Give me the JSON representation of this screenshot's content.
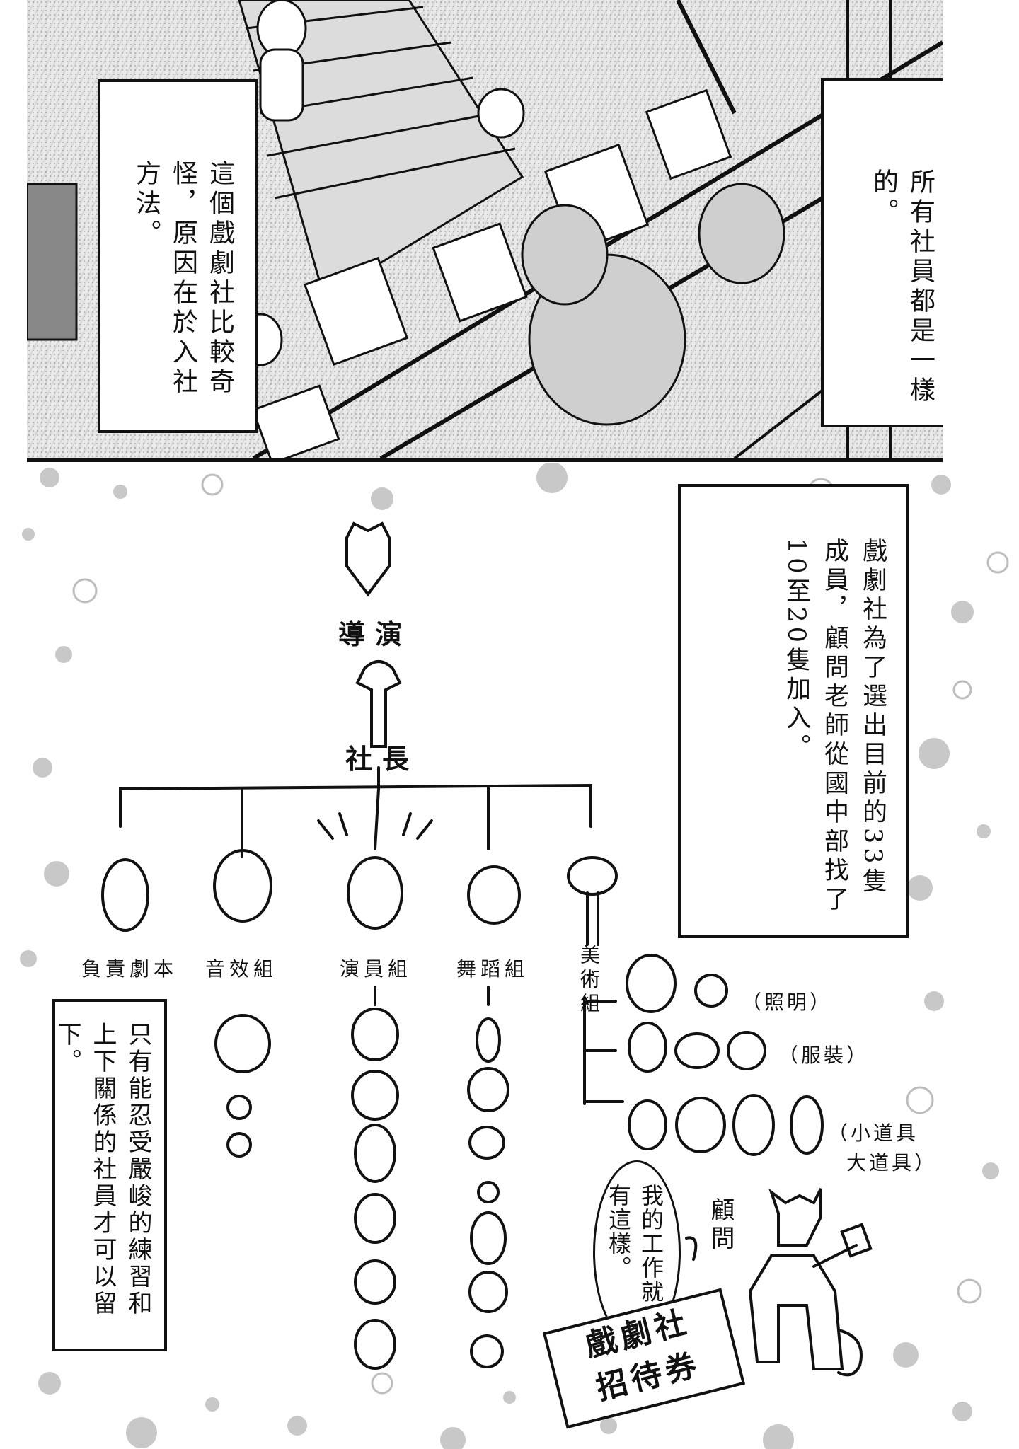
{
  "top_panel": {
    "caption_left": "這個戲劇社比較奇怪，原因在於入社方法。",
    "caption_right": "所有社員都是一樣的。"
  },
  "bottom_panel": {
    "caption_members": "戲劇社為了選出目前的33隻成員，顧問老師從國中部找了10至20隻加入。",
    "caption_strict": "只有能忍受嚴峻的練習和上下關係的社員才可以留下。",
    "org_chart": {
      "director": "導演",
      "president": "社長",
      "groups": [
        {
          "label": "負責劇本"
        },
        {
          "label": "音效組"
        },
        {
          "label": "演員組"
        },
        {
          "label": "舞蹈組"
        },
        {
          "label": "美術組"
        }
      ],
      "art_subgroups": [
        {
          "label": "（照明）"
        },
        {
          "label": "（服裝）"
        },
        {
          "label": "（小道具",
          "label2": "大道具）"
        }
      ]
    },
    "advisor": {
      "speech": "我的工作就只有這樣。",
      "label": "顧問",
      "ticket_line1": "戲劇社",
      "ticket_line2": "招待券"
    }
  }
}
